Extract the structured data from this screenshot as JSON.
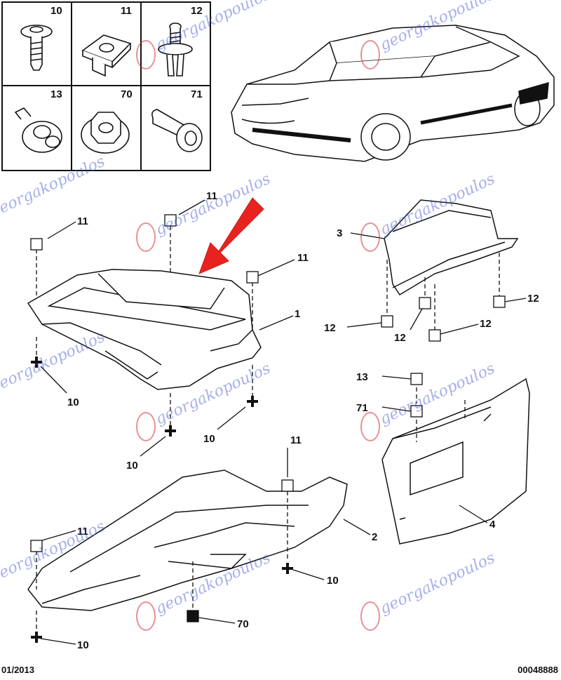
{
  "fastener_grid": [
    {
      "id": "cell-10",
      "label": "10",
      "icon": "push-rivet-icon"
    },
    {
      "id": "cell-11",
      "label": "11",
      "icon": "clip-nut-icon"
    },
    {
      "id": "cell-12",
      "label": "12",
      "icon": "screw-clip-icon"
    },
    {
      "id": "cell-13",
      "label": "13",
      "icon": "snap-fastener-icon"
    },
    {
      "id": "cell-70",
      "label": "70",
      "icon": "flange-nut-icon"
    },
    {
      "id": "cell-71",
      "label": "71",
      "icon": "sleeve-icon"
    }
  ],
  "callouts": {
    "c11a": "11",
    "c11b": "11",
    "c11c": "11",
    "c11d": "11",
    "c11e": "11",
    "c1": "1",
    "c2": "2",
    "c3": "3",
    "c4": "4",
    "c10a": "10",
    "c10b": "10",
    "c10c": "10",
    "c10d": "10",
    "c10e": "10",
    "c12a": "12",
    "c12b": "12",
    "c12c": "12",
    "c12d": "12",
    "c13": "13",
    "c71": "71",
    "c70": "70"
  },
  "watermark": "georgakopoulos",
  "footer": {
    "date": "01/2013",
    "code": "00048888"
  },
  "colors": {
    "line": "#111111",
    "arrow": "#e8231f",
    "watermark": "#3b4fd0",
    "logo": "#d0262b"
  }
}
